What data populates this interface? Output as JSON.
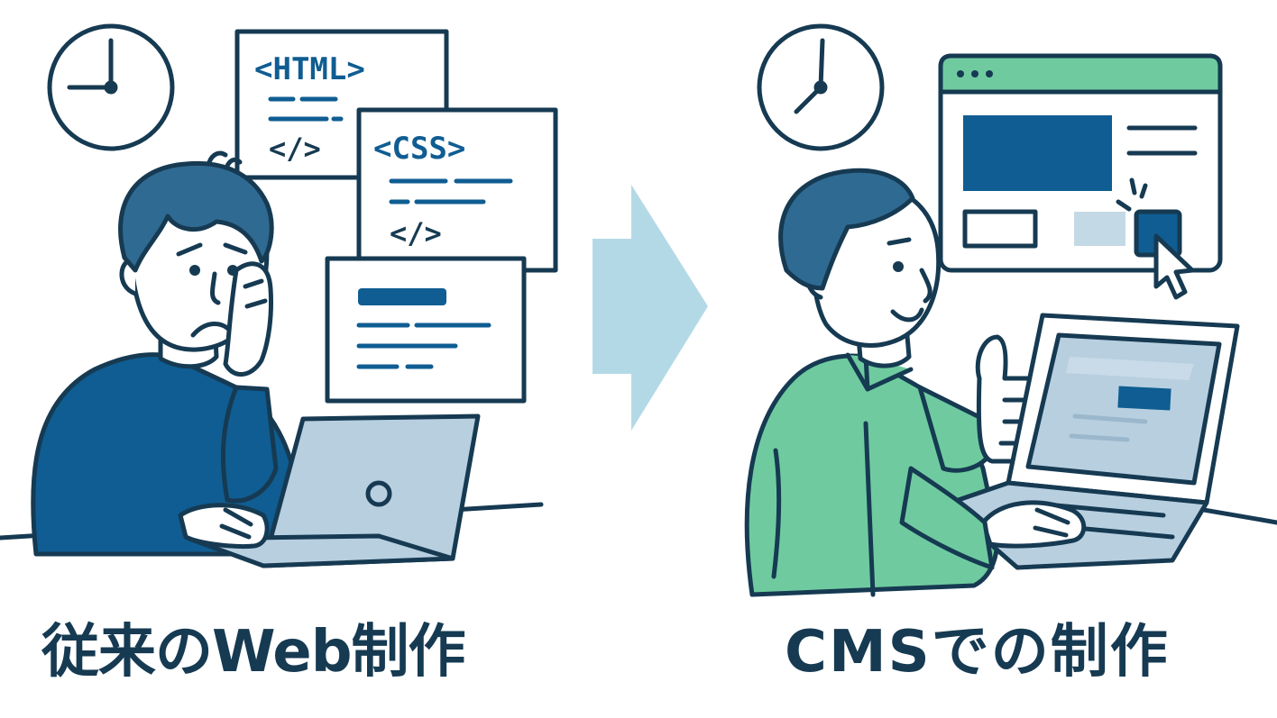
{
  "left": {
    "caption": "従来のWeb制作",
    "code_windows": [
      {
        "title": "<HTML>",
        "tag": "</>"
      },
      {
        "title": "<CSS>",
        "tag": "</>"
      }
    ]
  },
  "right": {
    "caption": "CMSでの制作"
  },
  "colors": {
    "ink": "#163a52",
    "navy": "#0f5d92",
    "shirt_green": "#6fcb9f",
    "browser_bar": "#6fcb9f",
    "arrow": "#b4d9e6",
    "laptop_screen": "#b8cfe0",
    "skin": "#ffffff"
  },
  "icons": [
    "clock-icon",
    "clock-icon",
    "arrow-right-icon",
    "cursor-icon",
    "thumbs-up-icon"
  ]
}
